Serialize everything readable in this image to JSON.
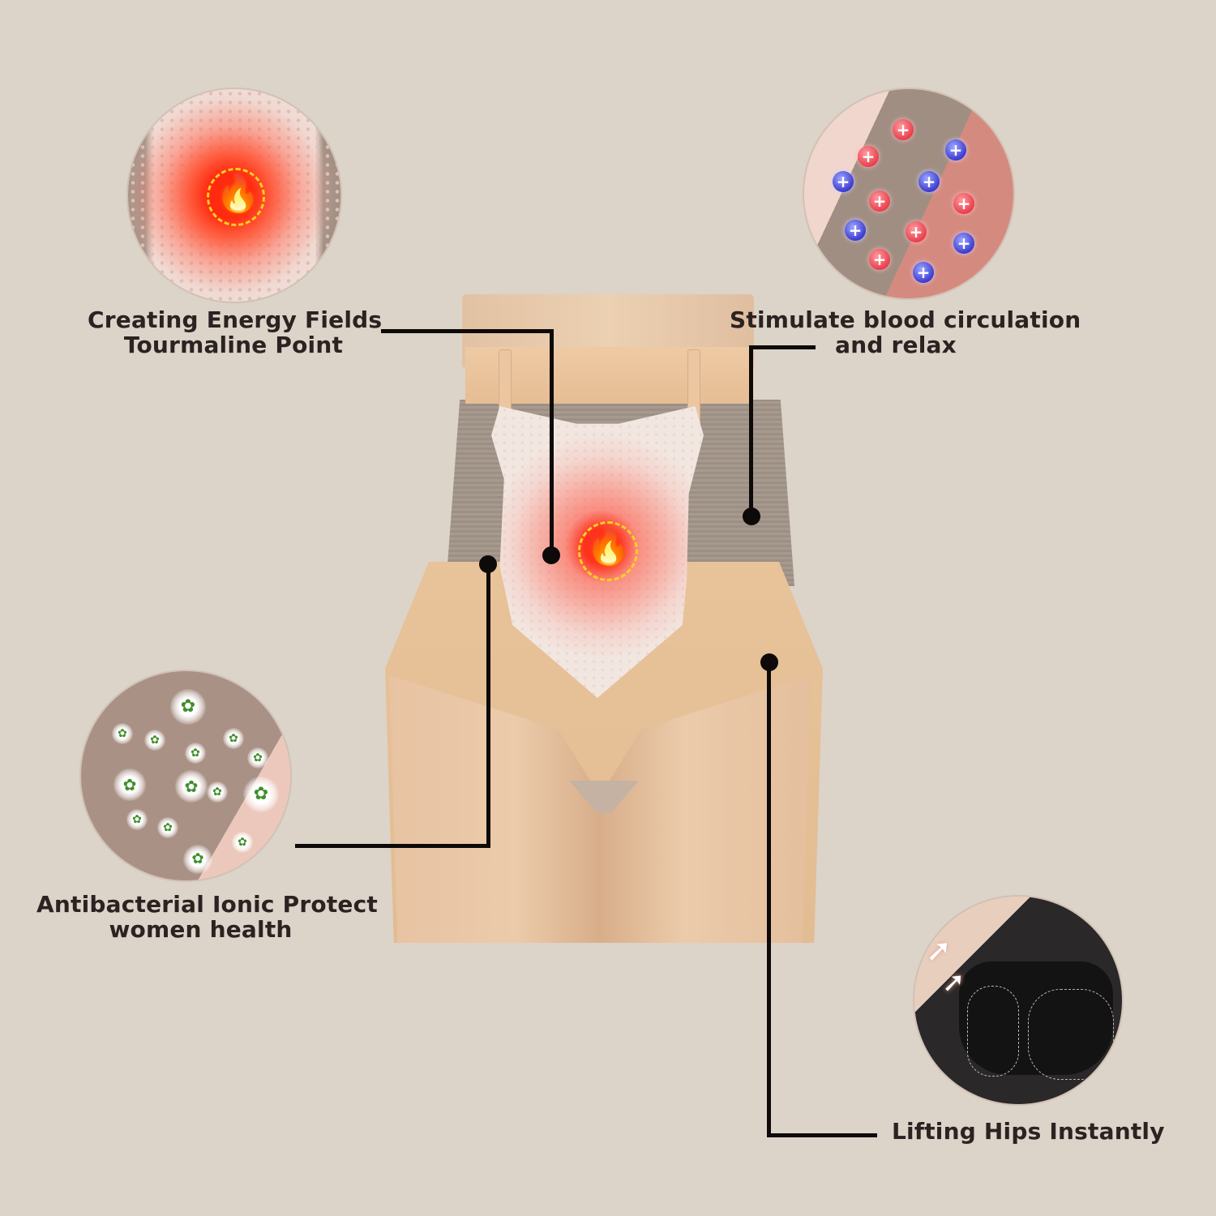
{
  "page": {
    "background": "#dcd3c9",
    "text_color": "#2b2321",
    "line_color": "#0d0a09"
  },
  "product": {
    "name": "high-waist tourmaline shaping brief",
    "main_colors": {
      "skin": "#e8c298",
      "mesh": "#9d8f84",
      "patch": "#f2e6e0",
      "heat_core": "#ff2814",
      "flame": "#ffe033"
    }
  },
  "features": [
    {
      "id": "energy",
      "lines": [
        "Creating Energy Fields",
        "Tourmaline Point"
      ],
      "icon": "flame-heat-icon",
      "callout_position": "top-left"
    },
    {
      "id": "circulation",
      "lines": [
        "Stimulate blood circulation",
        "and relax"
      ],
      "icon": "ion-particles-icon",
      "callout_position": "top-right"
    },
    {
      "id": "antibacterial",
      "lines": [
        "Antibacterial Ionic Protect",
        "women health"
      ],
      "icon": "antibacterial-herb-icon",
      "callout_position": "bottom-left"
    },
    {
      "id": "lifting",
      "lines": [
        "Lifting Hips Instantly"
      ],
      "icon": "lift-arrows-icon",
      "callout_position": "bottom-right"
    }
  ],
  "glyphs": {
    "flame": "🔥",
    "plus": "+",
    "herb": "✿",
    "arrow_up": "➚"
  }
}
